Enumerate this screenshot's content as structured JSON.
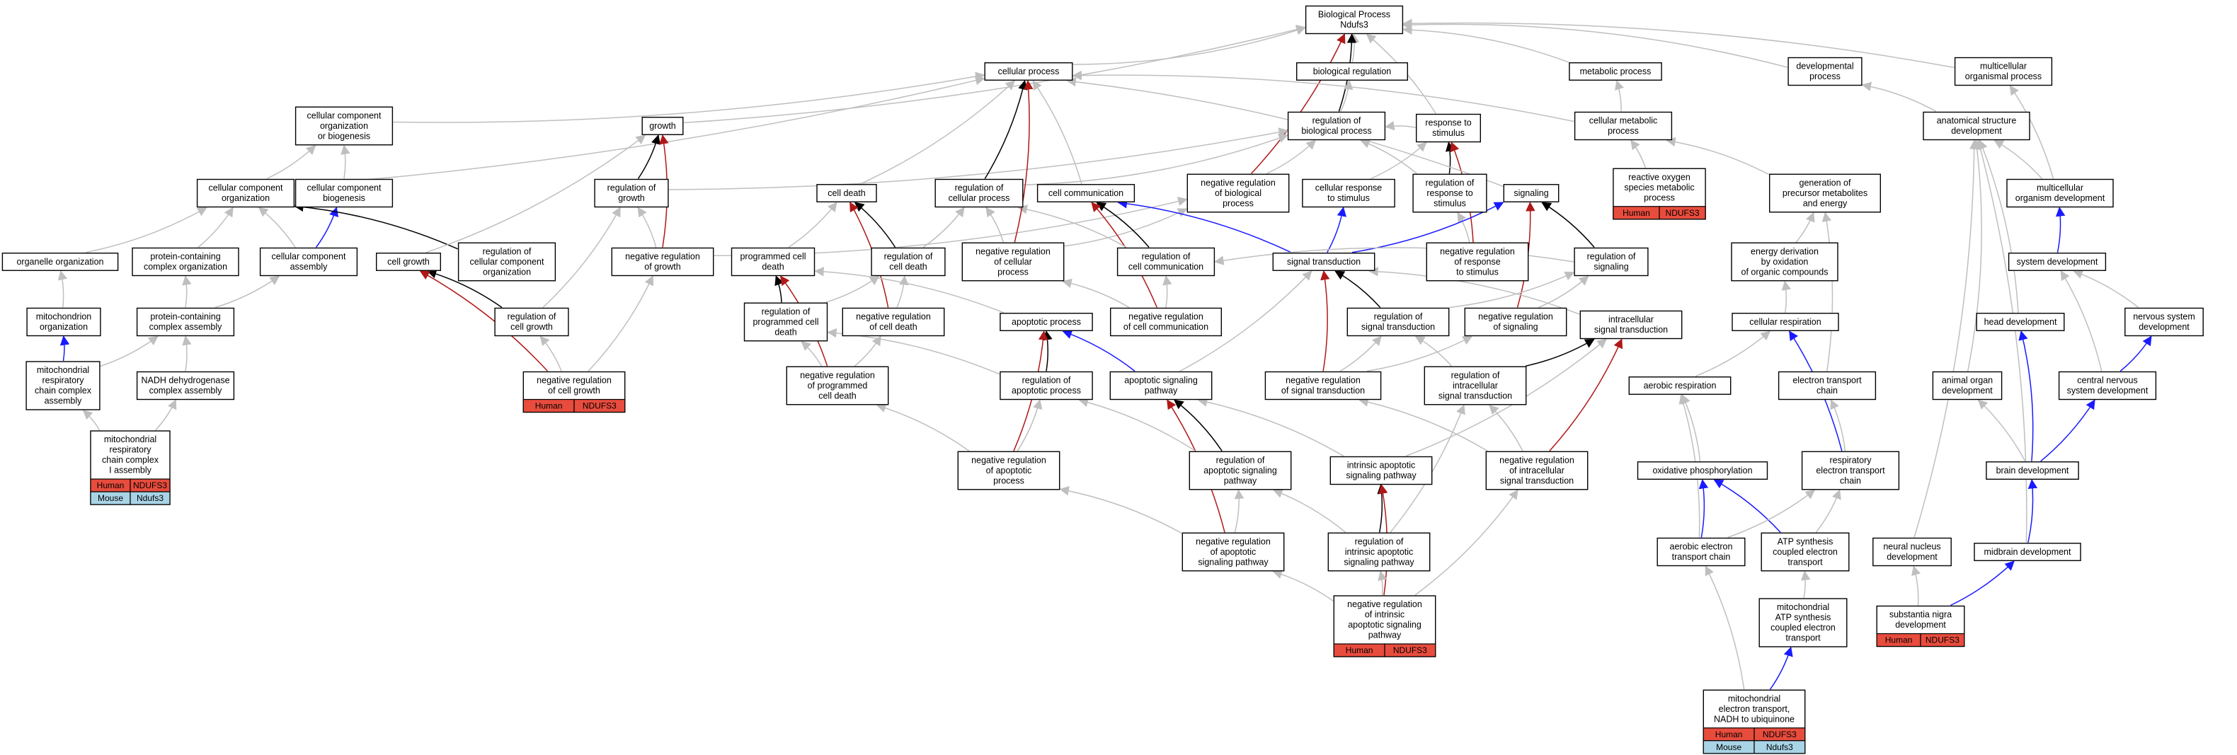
{
  "diagram_title": "Biological Process\nNdufs3",
  "colors": {
    "grey": "#bfbfbf",
    "black": "#000000",
    "blue": "#1a1aff",
    "red": "#b01818",
    "human_fill": "#e84c3d",
    "mouse_fill": "#a8d4e6"
  },
  "species": {
    "human": "Human",
    "mouse": "Mouse"
  },
  "nodes": [
    {
      "id": "bp",
      "label": "Biological Process\nNdufs3"
    },
    {
      "id": "cp",
      "label": "cellular process"
    },
    {
      "id": "breg",
      "label": "biological regulation"
    },
    {
      "id": "metp",
      "label": "metabolic process"
    },
    {
      "id": "devp",
      "label": "developmental\nprocess"
    },
    {
      "id": "mop",
      "label": "multicellular\norganismal process"
    },
    {
      "id": "ccob",
      "label": "cellular component\norganization\nor biogenesis"
    },
    {
      "id": "growth",
      "label": "growth"
    },
    {
      "id": "rbp",
      "label": "regulation of\nbiological process"
    },
    {
      "id": "rts",
      "label": "response to\nstimulus"
    },
    {
      "id": "cmp",
      "label": "cellular metabolic\nprocess"
    },
    {
      "id": "asd",
      "label": "anatomical structure\ndevelopment"
    },
    {
      "id": "cco",
      "label": "cellular component\norganization"
    },
    {
      "id": "ccb",
      "label": "cellular component\nbiogenesis"
    },
    {
      "id": "rog",
      "label": "regulation of\ngrowth"
    },
    {
      "id": "cd",
      "label": "cell death"
    },
    {
      "id": "rcp",
      "label": "regulation of\ncellular process"
    },
    {
      "id": "cc",
      "label": "cell communication"
    },
    {
      "id": "nrbp",
      "label": "negative regulation\nof biological\nprocess"
    },
    {
      "id": "crs",
      "label": "cellular response\nto stimulus"
    },
    {
      "id": "rrs",
      "label": "regulation of\nresponse to\nstimulus"
    },
    {
      "id": "sig",
      "label": "signaling"
    },
    {
      "id": "rosmp",
      "label": "reactive oxygen\nspecies metabolic\nprocess",
      "human": "NDUFS3"
    },
    {
      "id": "gpme",
      "label": "generation of\nprecursor metabolites\nand energy"
    },
    {
      "id": "mod",
      "label": "multicellular\norganism development"
    },
    {
      "id": "oo",
      "label": "organelle organization"
    },
    {
      "id": "pcco",
      "label": "protein-containing\ncomplex organization"
    },
    {
      "id": "cca",
      "label": "cellular component\nassembly"
    },
    {
      "id": "cg",
      "label": "cell growth"
    },
    {
      "id": "rcco",
      "label": "regulation of\ncellular component\norganization"
    },
    {
      "id": "nrg",
      "label": "negative regulation\nof growth"
    },
    {
      "id": "pcd",
      "label": "programmed cell\ndeath"
    },
    {
      "id": "rcd",
      "label": "regulation of\ncell death"
    },
    {
      "id": "nrcp",
      "label": "negative regulation\nof cellular\nprocess"
    },
    {
      "id": "rcc",
      "label": "regulation of\ncell communication"
    },
    {
      "id": "st",
      "label": "signal transduction"
    },
    {
      "id": "nrrs",
      "label": "negative regulation\nof response\nto stimulus"
    },
    {
      "id": "ros",
      "label": "regulation of\nsignaling"
    },
    {
      "id": "edoc",
      "label": "energy derivation\nby oxidation\nof organic compounds"
    },
    {
      "id": "sd",
      "label": "system development"
    },
    {
      "id": "mito",
      "label": "mitochondrion\norganization"
    },
    {
      "id": "pcca",
      "label": "protein-containing\ncomplex assembly"
    },
    {
      "id": "rcg",
      "label": "regulation of\ncell growth"
    },
    {
      "id": "rpcd",
      "label": "regulation of\nprogrammed cell\ndeath"
    },
    {
      "id": "nrcd",
      "label": "negative regulation\nof cell death"
    },
    {
      "id": "nrcc",
      "label": "negative regulation\nof cell communication"
    },
    {
      "id": "ap",
      "label": "apoptotic process"
    },
    {
      "id": "rst",
      "label": "regulation of\nsignal transduction"
    },
    {
      "id": "nrsig",
      "label": "negative regulation\nof signaling"
    },
    {
      "id": "ist",
      "label": "intracellular\nsignal transduction"
    },
    {
      "id": "cr",
      "label": "cellular respiration"
    },
    {
      "id": "hd",
      "label": "head development"
    },
    {
      "id": "nsd",
      "label": "nervous system\ndevelopment"
    },
    {
      "id": "mrcca",
      "label": "mitochondrial\nrespiratory\nchain complex\nassembly"
    },
    {
      "id": "nadh",
      "label": "NADH dehydrogenase\ncomplex assembly"
    },
    {
      "id": "nrcg",
      "label": "negative regulation\nof cell growth",
      "human": "NDUFS3"
    },
    {
      "id": "nrpcd",
      "label": "negative regulation\nof programmed\ncell death"
    },
    {
      "id": "rap",
      "label": "regulation of\napoptotic process"
    },
    {
      "id": "asp",
      "label": "apoptotic signaling\npathway"
    },
    {
      "id": "nrst",
      "label": "negative regulation\nof signal transduction"
    },
    {
      "id": "rist",
      "label": "regulation of\nintracellular\nsignal transduction"
    },
    {
      "id": "ar",
      "label": "aerobic respiration"
    },
    {
      "id": "etc",
      "label": "electron transport\nchain"
    },
    {
      "id": "aod",
      "label": "animal organ\ndevelopment"
    },
    {
      "id": "cnsd",
      "label": "central nervous\nsystem development"
    },
    {
      "id": "mrcc1",
      "label": "mitochondrial\nrespiratory\nchain complex\nI assembly",
      "human": "NDUFS3",
      "mouse": "Ndufs3"
    },
    {
      "id": "nrap",
      "label": "negative regulation\nof apoptotic\nprocess"
    },
    {
      "id": "rasp",
      "label": "regulation of\napoptotic signaling\npathway"
    },
    {
      "id": "iasp",
      "label": "intrinsic apoptotic\nsignaling pathway"
    },
    {
      "id": "nrist",
      "label": "negative regulation\nof intracellular\nsignal transduction"
    },
    {
      "id": "op",
      "label": "oxidative phosphorylation"
    },
    {
      "id": "retc",
      "label": "respiratory\nelectron transport\nchain"
    },
    {
      "id": "bd",
      "label": "brain development"
    },
    {
      "id": "nrasp",
      "label": "negative regulation\nof apoptotic\nsignaling pathway"
    },
    {
      "id": "riasp",
      "label": "regulation of\nintrinsic apoptotic\nsignaling pathway"
    },
    {
      "id": "aetc",
      "label": "aerobic electron\ntransport chain"
    },
    {
      "id": "atps",
      "label": "ATP synthesis\ncoupled electron\ntransport"
    },
    {
      "id": "nnd",
      "label": "neural nucleus\ndevelopment"
    },
    {
      "id": "md",
      "label": "midbrain development"
    },
    {
      "id": "nriasp",
      "label": "negative regulation\nof intrinsic\napoptotic signaling\npathway",
      "human": "NDUFS3"
    },
    {
      "id": "matps",
      "label": "mitochondrial\nATP synthesis\ncoupled electron\ntransport"
    },
    {
      "id": "sn",
      "label": "substantia nigra\ndevelopment",
      "human": "NDUFS3"
    },
    {
      "id": "met",
      "label": "mitochondrial\nelectron transport,\nNADH to ubiquinone",
      "human": "NDUFS3",
      "mouse": "Ndufs3"
    }
  ],
  "edges": [
    [
      "cp",
      "bp",
      "grey"
    ],
    [
      "breg",
      "bp",
      "grey"
    ],
    [
      "metp",
      "bp",
      "grey"
    ],
    [
      "devp",
      "bp",
      "grey"
    ],
    [
      "mop",
      "bp",
      "grey"
    ],
    [
      "rbp",
      "bp",
      "black"
    ],
    [
      "rts",
      "bp",
      "grey"
    ],
    [
      "nrbp",
      "bp",
      "red"
    ],
    [
      "growth",
      "bp",
      "grey"
    ],
    [
      "rbp",
      "breg",
      "grey"
    ],
    [
      "cmp",
      "metp",
      "grey"
    ],
    [
      "cmp",
      "cp",
      "grey"
    ],
    [
      "asd",
      "devp",
      "grey"
    ],
    [
      "mod",
      "mop",
      "grey"
    ],
    [
      "mod",
      "asd",
      "grey"
    ],
    [
      "ccob",
      "cp",
      "grey"
    ],
    [
      "cco",
      "ccob",
      "grey"
    ],
    [
      "ccb",
      "ccob",
      "grey"
    ],
    [
      "cca",
      "ccb",
      "blue"
    ],
    [
      "cco",
      "cp",
      "grey"
    ],
    [
      "oo",
      "cco",
      "grey"
    ],
    [
      "pcco",
      "cco",
      "grey"
    ],
    [
      "cca",
      "cco",
      "grey"
    ],
    [
      "rcco",
      "cco",
      "black"
    ],
    [
      "mito",
      "oo",
      "grey"
    ],
    [
      "mrcca",
      "mito",
      "blue"
    ],
    [
      "pcca",
      "pcco",
      "grey"
    ],
    [
      "pcca",
      "cca",
      "grey"
    ],
    [
      "mrcca",
      "pcca",
      "grey"
    ],
    [
      "nadh",
      "pcca",
      "grey"
    ],
    [
      "mrcc1",
      "mrcca",
      "grey"
    ],
    [
      "mrcc1",
      "nadh",
      "grey"
    ],
    [
      "rog",
      "growth",
      "black"
    ],
    [
      "nrg",
      "growth",
      "red"
    ],
    [
      "rog",
      "rbp",
      "grey"
    ],
    [
      "nrg",
      "rog",
      "grey"
    ],
    [
      "nrg",
      "nrbp",
      "grey"
    ],
    [
      "cg",
      "growth",
      "grey"
    ],
    [
      "rcg",
      "cg",
      "black"
    ],
    [
      "nrcg",
      "cg",
      "red"
    ],
    [
      "rcg",
      "rog",
      "grey"
    ],
    [
      "nrcg",
      "rcg",
      "grey"
    ],
    [
      "nrcg",
      "nrg",
      "grey"
    ],
    [
      "rcp",
      "cp",
      "black"
    ],
    [
      "rcp",
      "rbp",
      "grey"
    ],
    [
      "nrcp",
      "rcp",
      "grey"
    ],
    [
      "nrcp",
      "nrbp",
      "grey"
    ],
    [
      "nrbp",
      "rbp",
      "grey"
    ],
    [
      "cd",
      "cp",
      "grey"
    ],
    [
      "pcd",
      "cd",
      "grey"
    ],
    [
      "rcd",
      "cd",
      "black"
    ],
    [
      "nrcd",
      "cd",
      "red"
    ],
    [
      "rcd",
      "rcp",
      "grey"
    ],
    [
      "rpcd",
      "pcd",
      "black"
    ],
    [
      "nrpcd",
      "pcd",
      "red"
    ],
    [
      "rpcd",
      "rcd",
      "grey"
    ],
    [
      "nrpcd",
      "rpcd",
      "grey"
    ],
    [
      "nrpcd",
      "nrcd",
      "grey"
    ],
    [
      "nrcd",
      "rcd",
      "grey"
    ],
    [
      "cc",
      "cp",
      "grey"
    ],
    [
      "rcc",
      "cc",
      "black"
    ],
    [
      "nrcc",
      "cc",
      "red"
    ],
    [
      "rcc",
      "rcp",
      "grey"
    ],
    [
      "nrcc",
      "rcc",
      "grey"
    ],
    [
      "nrcc",
      "nrcp",
      "grey"
    ],
    [
      "nrcp",
      "cp",
      "red"
    ],
    [
      "rts",
      "rbp",
      "grey"
    ],
    [
      "crs",
      "rts",
      "grey"
    ],
    [
      "rrs",
      "rts",
      "black"
    ],
    [
      "nrrs",
      "rts",
      "red"
    ],
    [
      "rrs",
      "rbp",
      "grey"
    ],
    [
      "nrrs",
      "rrs",
      "grey"
    ],
    [
      "sig",
      "cp",
      "grey"
    ],
    [
      "st",
      "sig",
      "blue"
    ],
    [
      "st",
      "cc",
      "blue"
    ],
    [
      "st",
      "crs",
      "blue"
    ],
    [
      "ros",
      "sig",
      "black"
    ],
    [
      "nrsig",
      "sig",
      "red"
    ],
    [
      "ros",
      "rcc",
      "grey"
    ],
    [
      "nrsig",
      "ros",
      "grey"
    ],
    [
      "rst",
      "st",
      "black"
    ],
    [
      "nrst",
      "st",
      "red"
    ],
    [
      "rst",
      "ros",
      "grey"
    ],
    [
      "nrst",
      "rst",
      "grey"
    ],
    [
      "nrst",
      "nrsig",
      "grey"
    ],
    [
      "ist",
      "st",
      "grey"
    ],
    [
      "rist",
      "ist",
      "black"
    ],
    [
      "nrist",
      "ist",
      "red"
    ],
    [
      "rist",
      "rst",
      "grey"
    ],
    [
      "nrist",
      "rist",
      "grey"
    ],
    [
      "nrist",
      "nrst",
      "grey"
    ],
    [
      "ap",
      "pcd",
      "grey"
    ],
    [
      "rap",
      "ap",
      "black"
    ],
    [
      "nrap",
      "ap",
      "red"
    ],
    [
      "rap",
      "rpcd",
      "grey"
    ],
    [
      "nrap",
      "rap",
      "grey"
    ],
    [
      "nrap",
      "nrpcd",
      "grey"
    ],
    [
      "asp",
      "ap",
      "blue"
    ],
    [
      "asp",
      "st",
      "grey"
    ],
    [
      "rasp",
      "asp",
      "black"
    ],
    [
      "nrasp",
      "asp",
      "red"
    ],
    [
      "rasp",
      "rap",
      "grey"
    ],
    [
      "nrasp",
      "rasp",
      "grey"
    ],
    [
      "nrasp",
      "nrap",
      "grey"
    ],
    [
      "iasp",
      "asp",
      "grey"
    ],
    [
      "iasp",
      "ist",
      "grey"
    ],
    [
      "riasp",
      "iasp",
      "black"
    ],
    [
      "nriasp",
      "iasp",
      "red"
    ],
    [
      "riasp",
      "rasp",
      "grey"
    ],
    [
      "riasp",
      "rist",
      "grey"
    ],
    [
      "nriasp",
      "riasp",
      "grey"
    ],
    [
      "nriasp",
      "nrasp",
      "grey"
    ],
    [
      "nriasp",
      "nrist",
      "grey"
    ],
    [
      "rosmp",
      "cmp",
      "grey"
    ],
    [
      "gpme",
      "cmp",
      "grey"
    ],
    [
      "edoc",
      "gpme",
      "grey"
    ],
    [
      "cr",
      "edoc",
      "grey"
    ],
    [
      "etc",
      "gpme",
      "grey"
    ],
    [
      "ar",
      "cr",
      "grey"
    ],
    [
      "op",
      "ar",
      "grey"
    ],
    [
      "retc",
      "cr",
      "blue"
    ],
    [
      "retc",
      "etc",
      "grey"
    ],
    [
      "aetc",
      "op",
      "blue"
    ],
    [
      "atps",
      "op",
      "blue"
    ],
    [
      "aetc",
      "retc",
      "grey"
    ],
    [
      "atps",
      "retc",
      "grey"
    ],
    [
      "aetc",
      "ar",
      "grey"
    ],
    [
      "matps",
      "atps",
      "grey"
    ],
    [
      "met",
      "aetc",
      "grey"
    ],
    [
      "met",
      "matps",
      "blue"
    ],
    [
      "sd",
      "mod",
      "blue"
    ],
    [
      "hd",
      "asd",
      "grey"
    ],
    [
      "nsd",
      "sd",
      "grey"
    ],
    [
      "aod",
      "asd",
      "grey"
    ],
    [
      "cnsd",
      "nsd",
      "blue"
    ],
    [
      "cnsd",
      "sd",
      "grey"
    ],
    [
      "bd",
      "hd",
      "blue"
    ],
    [
      "bd",
      "cnsd",
      "blue"
    ],
    [
      "bd",
      "aod",
      "grey"
    ],
    [
      "md",
      "bd",
      "blue"
    ],
    [
      "md",
      "asd",
      "grey"
    ],
    [
      "nnd",
      "asd",
      "grey"
    ],
    [
      "sn",
      "nnd",
      "grey"
    ],
    [
      "sn",
      "md",
      "blue"
    ]
  ]
}
